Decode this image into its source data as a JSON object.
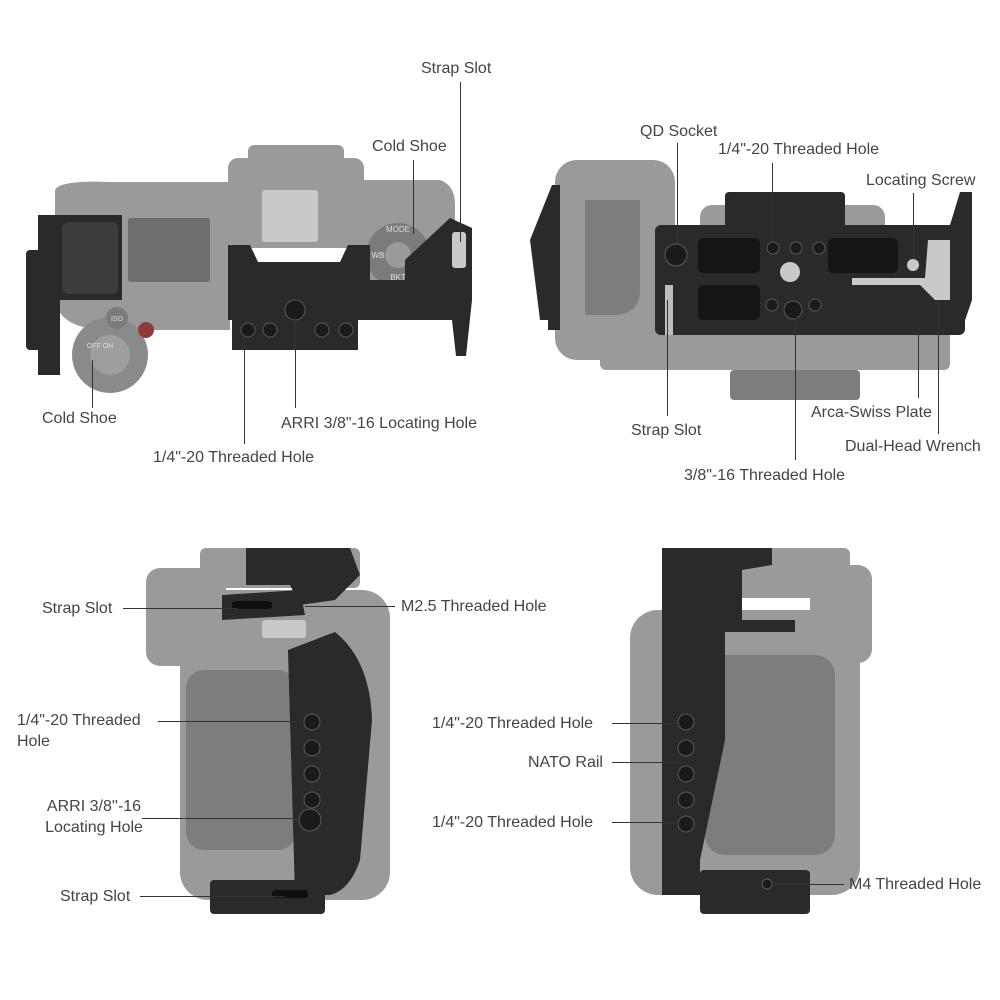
{
  "colors": {
    "cage": "#2a2a2a",
    "camera": "#9a9a9a",
    "label_text": "#444444",
    "leader_line": "#333333"
  },
  "views": {
    "top_left": {
      "labels": {
        "strap_slot": "Strap Slot",
        "cold_shoe_right": "Cold Shoe",
        "cold_shoe_left": "Cold Shoe",
        "arri_locating_hole": "ARRI 3/8\"-16 Locating Hole",
        "threaded_hole": "1/4\"-20 Threaded Hole"
      },
      "camera_markings": [
        "MODE",
        "WB",
        "BKT",
        "ISO",
        "OFF ON"
      ]
    },
    "top_right": {
      "labels": {
        "qd_socket": "QD Socket",
        "threaded_hole_quarter": "1/4\"-20 Threaded Hole",
        "locating_screw": "Locating Screw",
        "strap_slot": "Strap Slot",
        "arca_swiss_plate": "Arca-Swiss Plate",
        "dual_head_wrench": "Dual-Head Wrench",
        "threaded_hole_three_eighths": "3/8\"-16 Threaded Hole"
      }
    },
    "bottom_left": {
      "labels": {
        "strap_slot_top": "Strap Slot",
        "m25_threaded_hole": "M2.5 Threaded Hole",
        "threaded_hole": "1/4\"-20 Threaded Hole",
        "arri_locating_hole": "ARRI 3/8''-16 Locating Hole",
        "strap_slot_bottom": "Strap Slot"
      }
    },
    "bottom_right": {
      "labels": {
        "threaded_hole_top": "1/4\"-20 Threaded Hole",
        "nato_rail": "NATO Rail",
        "threaded_hole_bottom": "1/4\"-20 Threaded Hole",
        "m4_threaded_hole": "M4 Threaded Hole"
      }
    }
  }
}
